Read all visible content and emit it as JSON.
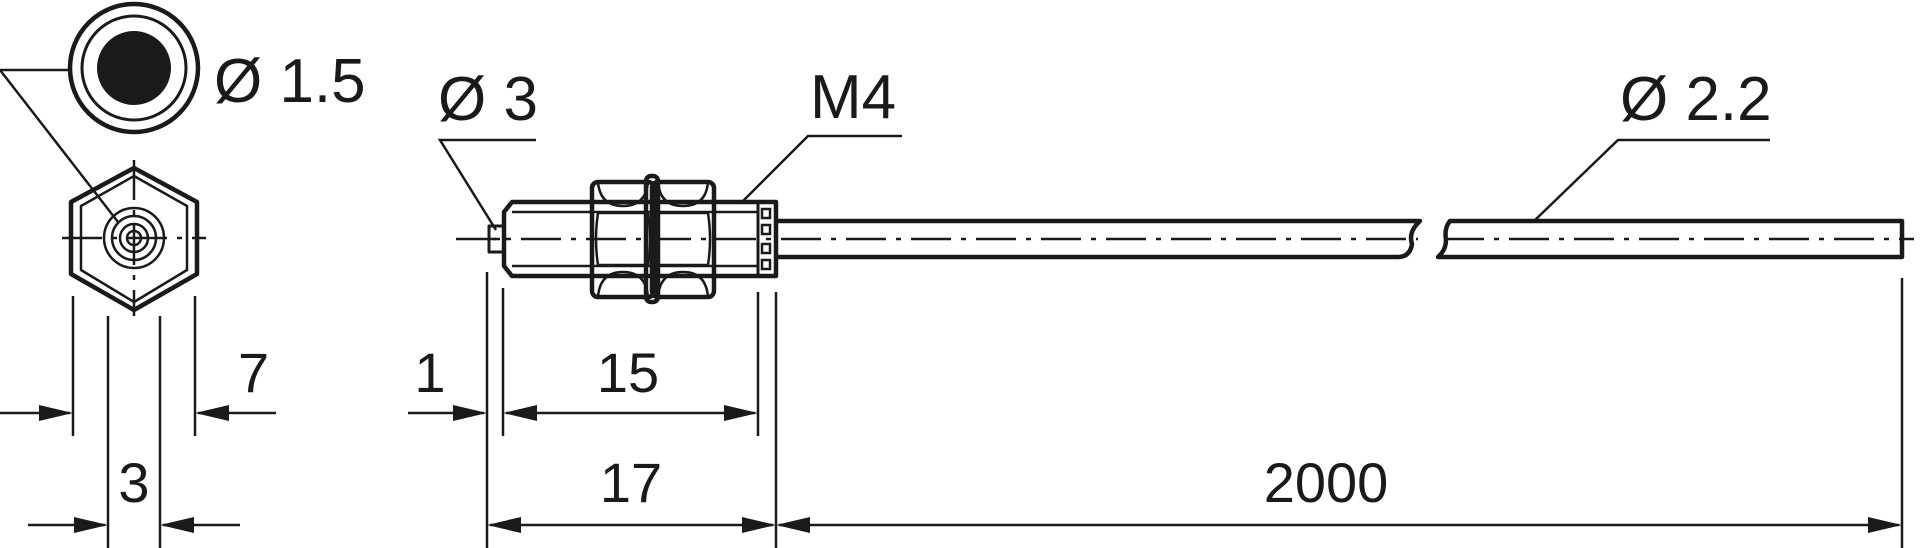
{
  "labels": {
    "fiber_core_diameter": "Ø 1.5",
    "sleeve_diameter": "Ø 3",
    "thread": "M4",
    "cable_diameter": "Ø 2.2",
    "hex_width_outer": "7",
    "hex_width_inner": "3",
    "tip_length": "1",
    "thread_length": "15",
    "head_length": "17",
    "cable_length": "2000"
  }
}
